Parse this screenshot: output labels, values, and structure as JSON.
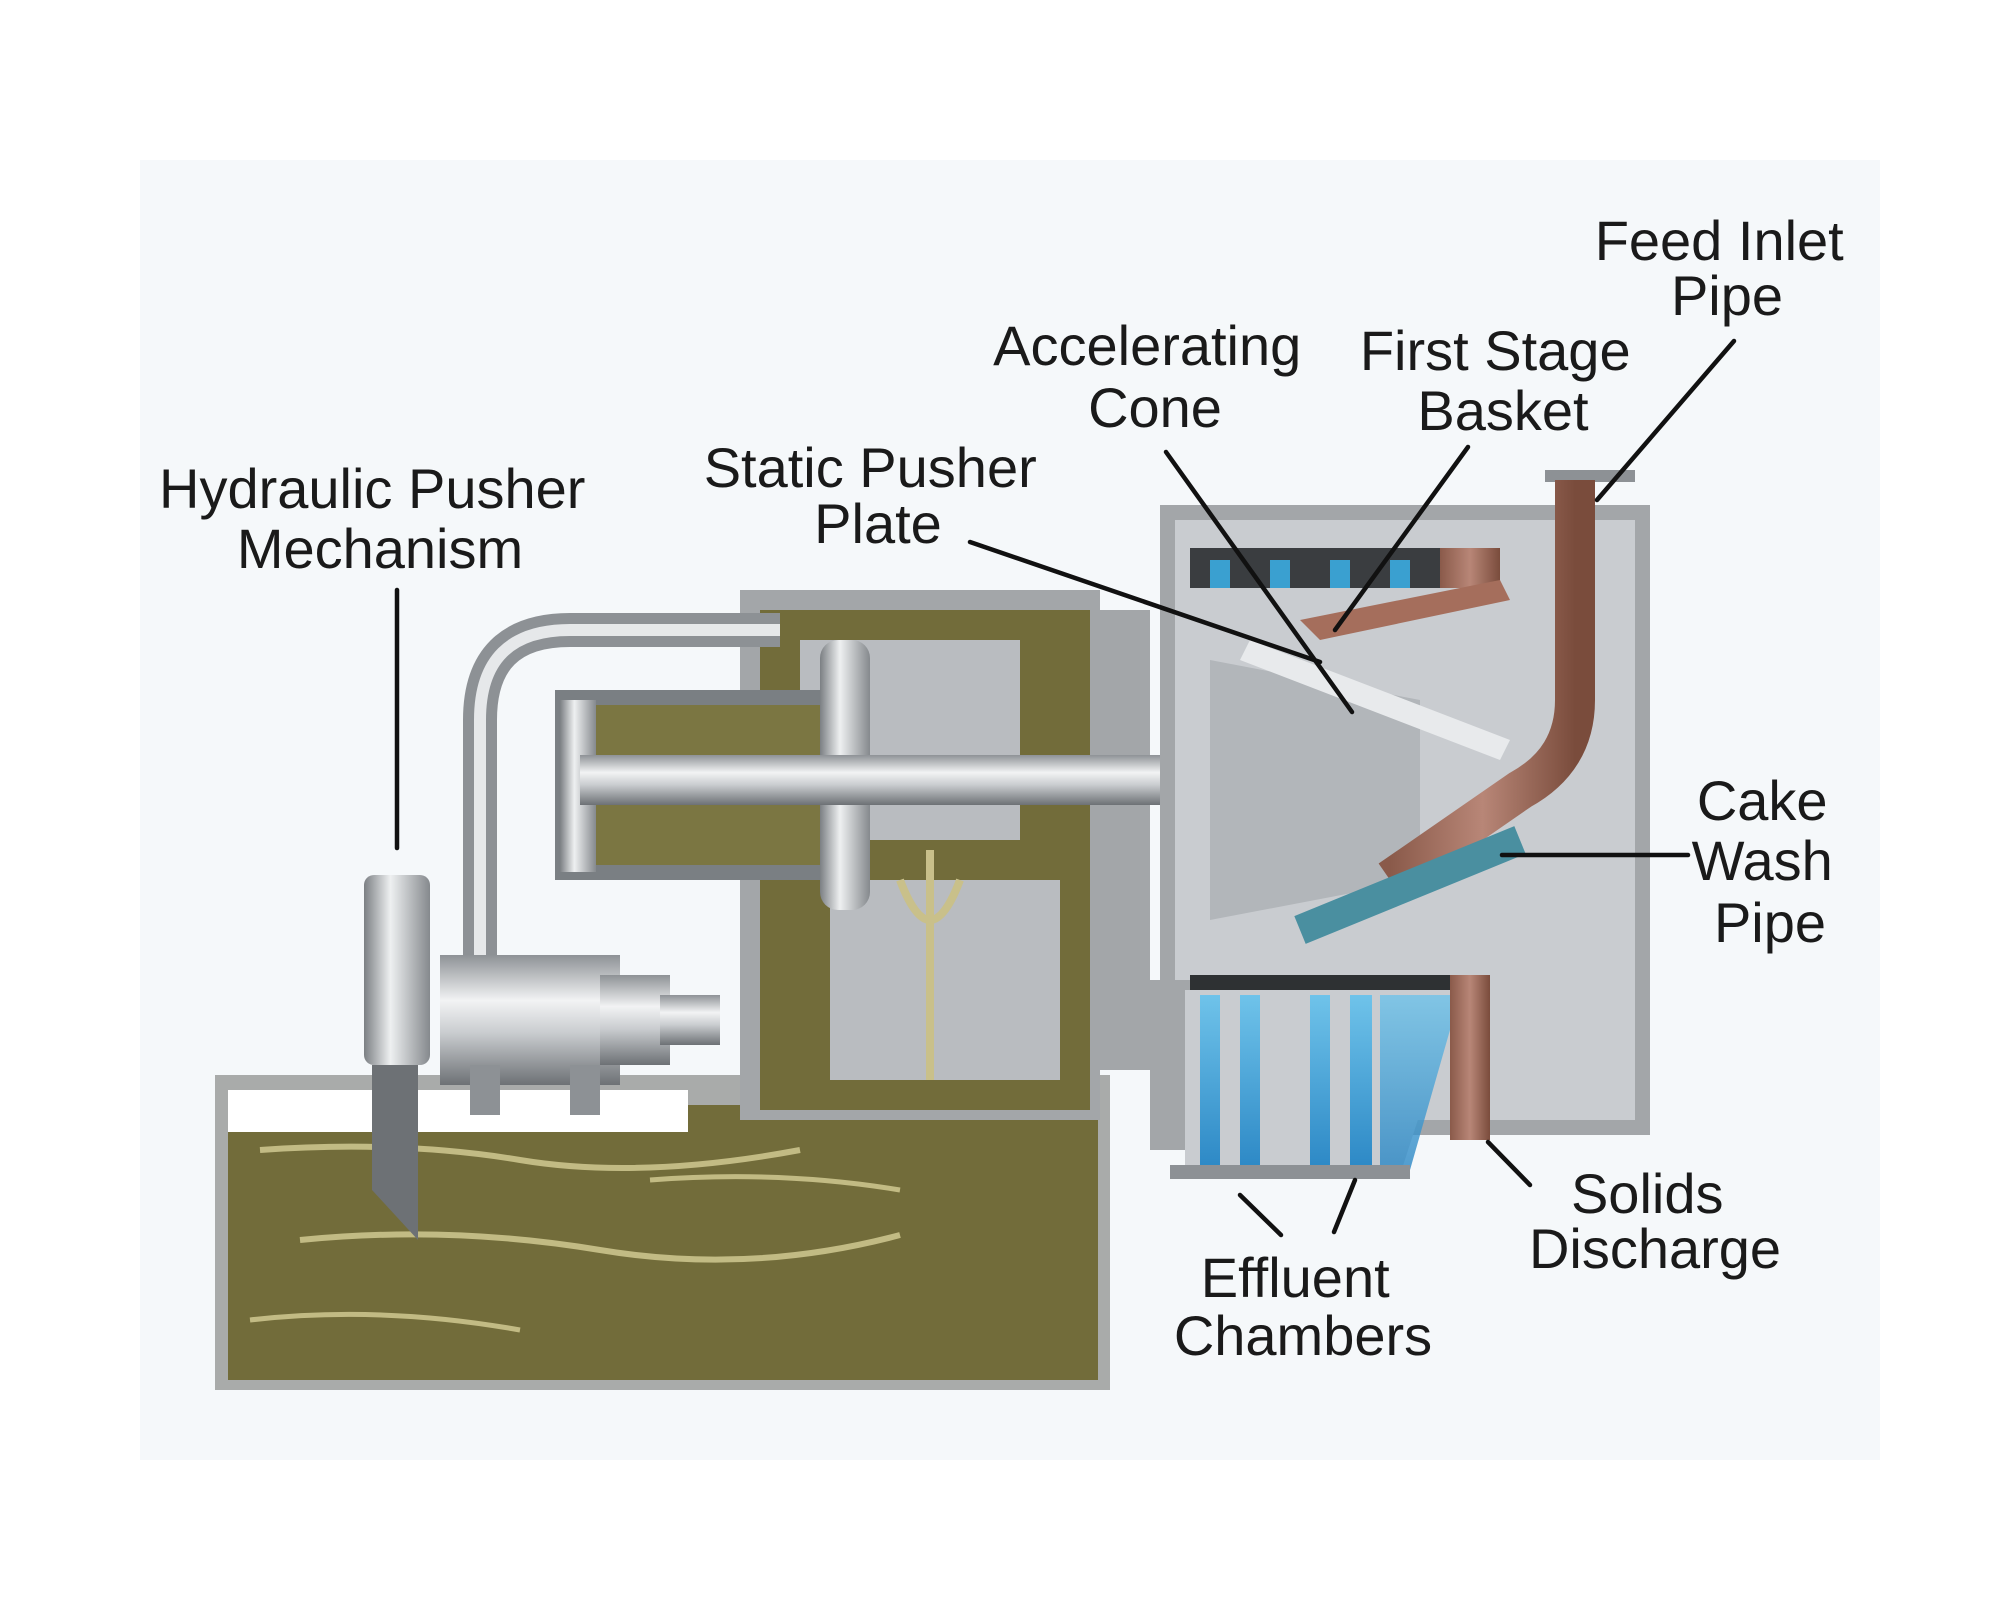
{
  "diagram": {
    "labels": {
      "hydraulic_pusher": [
        "Hydraulic Pusher",
        "Mechanism"
      ],
      "static_pusher": [
        "Static Pusher",
        "Plate"
      ],
      "accelerating_cone": [
        "Accelerating",
        "Cone"
      ],
      "first_stage_basket": [
        "First Stage",
        "Basket"
      ],
      "feed_inlet": [
        "Feed Inlet",
        "Pipe"
      ],
      "cake_wash": [
        "Cake",
        "Wash",
        "Pipe"
      ],
      "solids_discharge": [
        "Solids",
        "Discharge"
      ],
      "effluent_chambers": [
        "Effluent",
        "Chambers"
      ]
    }
  }
}
